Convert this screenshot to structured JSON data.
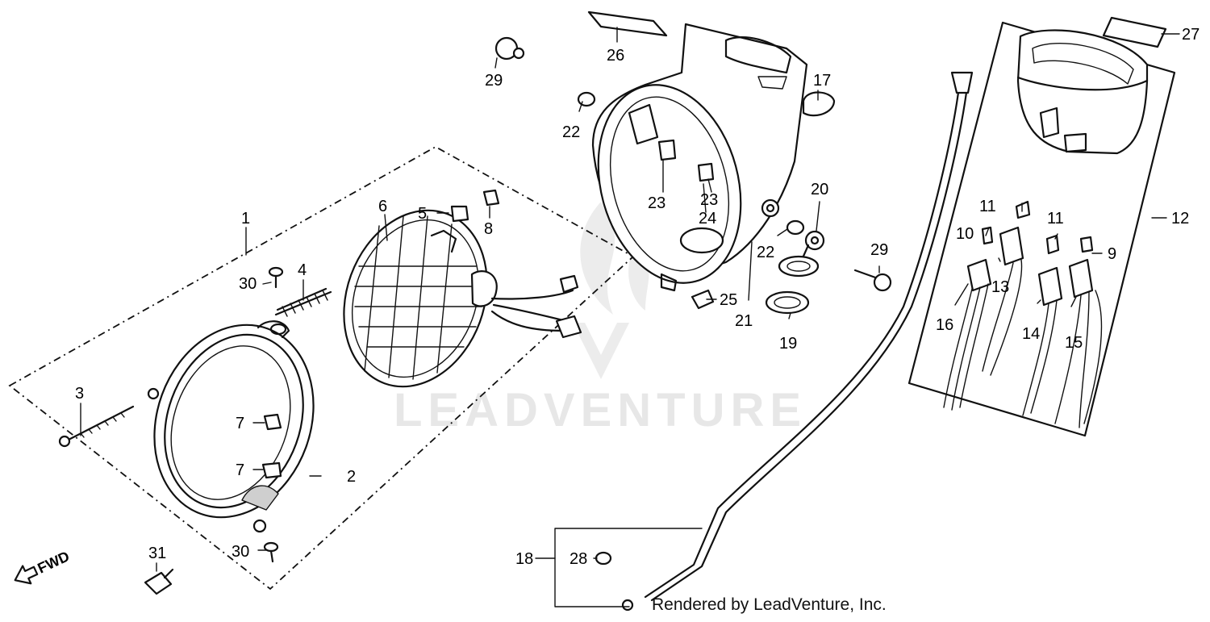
{
  "diagram": {
    "watermark": "LEADVENTURE",
    "fwd_label": "FWD",
    "credit": "Rendered by LeadVenture, Inc.",
    "callouts": {
      "p1": "1",
      "p2": "2",
      "p3": "3",
      "p4": "4",
      "p5": "5",
      "p6": "6",
      "p7a": "7",
      "p7b": "7",
      "p8": "8",
      "p9": "9",
      "p10": "10",
      "p11a": "11",
      "p11b": "11",
      "p12": "12",
      "p13": "13",
      "p14": "14",
      "p15": "15",
      "p16": "16",
      "p17": "17",
      "p18": "18",
      "p19": "19",
      "p20": "20",
      "p21": "21",
      "p22a": "22",
      "p22b": "22",
      "p23a": "23",
      "p23b": "23",
      "p24": "24",
      "p25": "25",
      "p26": "26",
      "p27": "27",
      "p28": "28",
      "p29a": "29",
      "p29b": "29",
      "p30a": "30",
      "p30b": "30",
      "p31": "31"
    }
  }
}
